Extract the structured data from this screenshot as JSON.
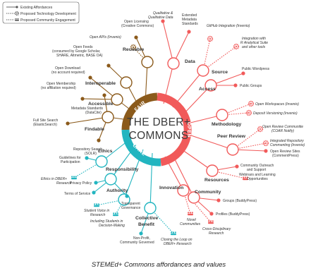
{
  "colors": {
    "fair": "#8B5A1B",
    "open": "#F15A5A",
    "care": "#22B5C0"
  },
  "legend": {
    "existing": "Existing Affordances",
    "tech": "Proposed Technology Development",
    "community": "Proposed Community Engagement"
  },
  "center": {
    "line1": "THE DBER+",
    "line2": "COMMONS"
  },
  "arcs": {
    "fair": "FAIR",
    "open": "OPEN",
    "care": "CARE"
  },
  "categories": {
    "reusable": "Reusable",
    "interoperable": "Interoperable",
    "accessible": "Accessible",
    "findable": "Findable",
    "data": "Data",
    "source": "Source",
    "access": "Access",
    "methodology": "Methodology",
    "peer_review": "Peer Review",
    "resources": "Resources",
    "community": "Community",
    "innovation": "Innovation",
    "ethics": "Ethics",
    "responsibility": "Responsibility",
    "authority": "Authority",
    "collective_benefit_1": "Collective",
    "collective_benefit_2": "Benefit"
  },
  "leaves": {
    "open_licensing_1": "Open Licensing",
    "open_licensing_2": "(Creative Commons)",
    "open_apis": "Open APIs (Invenio)",
    "open_feeds_1": "Open Feeds",
    "open_feeds_2": "(consumed by Google Scholar,",
    "open_feeds_3": "SHARE, Altmetric, BASE OA)",
    "open_download_1": "Open Download",
    "open_download_2": "(no account required)",
    "open_membership_1": "Open Membership",
    "open_membership_2": "(no affiliation required)",
    "metadata_standards_1": "Metadata Standards",
    "metadata_standards_2": "(DataCite)",
    "full_site_search_1": "Full Site Search",
    "full_site_search_2": "(ElasticSearch)",
    "repository_search_1": "Repository Search",
    "repository_search_2": "(SOLR)",
    "qualitative_1": "Qualitative &",
    "qualitative_2": "Qualitative Data",
    "extended_metadata_1": "Extended",
    "extended_metadata_2": "Metadata",
    "extended_metadata_3": "Standards",
    "github_integration": "GitHub Integration (Invenio)",
    "r_suite_1": "Integration with",
    "r_suite_2": "R Analytical Suite",
    "r_suite_3": "and other tools",
    "public_wordpress": "Public Wordpress",
    "public_groups": "Public Groups",
    "open_workspaces": "Open Workspaces (Invenio)",
    "deposit_versioning": "Deposit Versioning (Invenio)",
    "open_review_communities_1": "Open Review Communitie",
    "open_review_communities_2": "(COAR Notify)",
    "integrated_repository_1": "Integrated Repository",
    "integrated_repository_2": "Commenting (Invenio)",
    "open_review_sites_1": "Open Review Sites",
    "open_review_sites_2": "(CommentPress)",
    "community_outreach_1": "Community Outreach",
    "community_outreach_2": "and Support",
    "webinars_1": "Webinars and Learning",
    "webinars_2": "Opportunities",
    "groups_buddypress": "Groups (BuddyPress)",
    "profiles_buddypress": "Profiles (BuddyPress)",
    "novel_communities_1": "Novel",
    "novel_communities_2": "Communities",
    "cross_disciplinary_1": "Cross-Disciplinary",
    "cross_disciplinary_2": "Research",
    "guidelines_1": "Guidelines for",
    "guidelines_2": "Participation",
    "ethics_dber_1": "Ethics in DBER+",
    "ethics_dber_2": "Research",
    "privacy_policy": "Privacy Policy",
    "terms_of_service": "Terms of Service",
    "transparent_governance_1": "Transparent",
    "transparent_governance_2": "Governance",
    "student_voice_1": "Student Voice in",
    "student_voice_2": "Research",
    "including_students_1": "Including Students in",
    "including_students_2": "Decision-Making",
    "nonprofit_1": "Non-Profit,",
    "nonprofit_2": "Community Governed",
    "closing_loop_1": "Closing the Loop on",
    "closing_loop_2": "DBER+ Research"
  },
  "caption": "STEMEd+ Commons affordances and values"
}
